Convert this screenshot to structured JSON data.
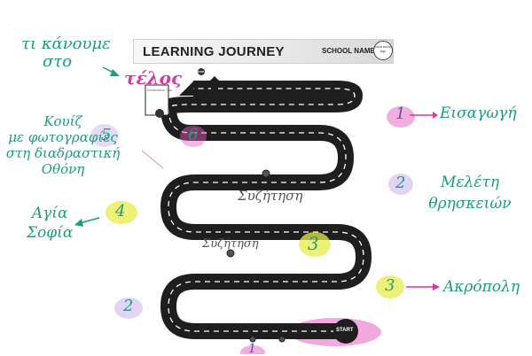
{
  "header": {
    "title": "LEARNING JOURNEY",
    "school_label": "SCHOOL NAME",
    "badge_text": "Insert school logo"
  },
  "road": {
    "start_label": "START",
    "stop_label": "STOP",
    "destination_caption": "Destination Tick"
  },
  "annotations": {
    "top_left_question": [
      "τι κάνουμε",
      "στο"
    ],
    "end_word": "τέλος",
    "quiz_note": [
      "Κουίζ",
      "με φωτογραφίες",
      "στη διαδραστική",
      "Οθόνη"
    ],
    "hagia_sophia": [
      "Αγία",
      "Σοφία"
    ],
    "intro": "Εισαγωγή",
    "study": [
      "Μελέτη",
      "θρησκειών"
    ],
    "acropolis": "Ακρόπολη",
    "discussion_1": "Συζήτηση",
    "discussion_2": "Συζήτηση"
  },
  "numbers": {
    "n1": "1",
    "n2": "2",
    "n3": "3",
    "n3b": "3",
    "n2b": "2",
    "n4": "4",
    "n5": "5",
    "n6": "6",
    "n1b": "1"
  },
  "colors": {
    "road": "#1e1e1e",
    "dash": "#ffffff",
    "pink": "#e85ec1",
    "yellow": "#e8ec4a",
    "lavender": "#cdb8f0",
    "teal": "#1f9b7f"
  }
}
